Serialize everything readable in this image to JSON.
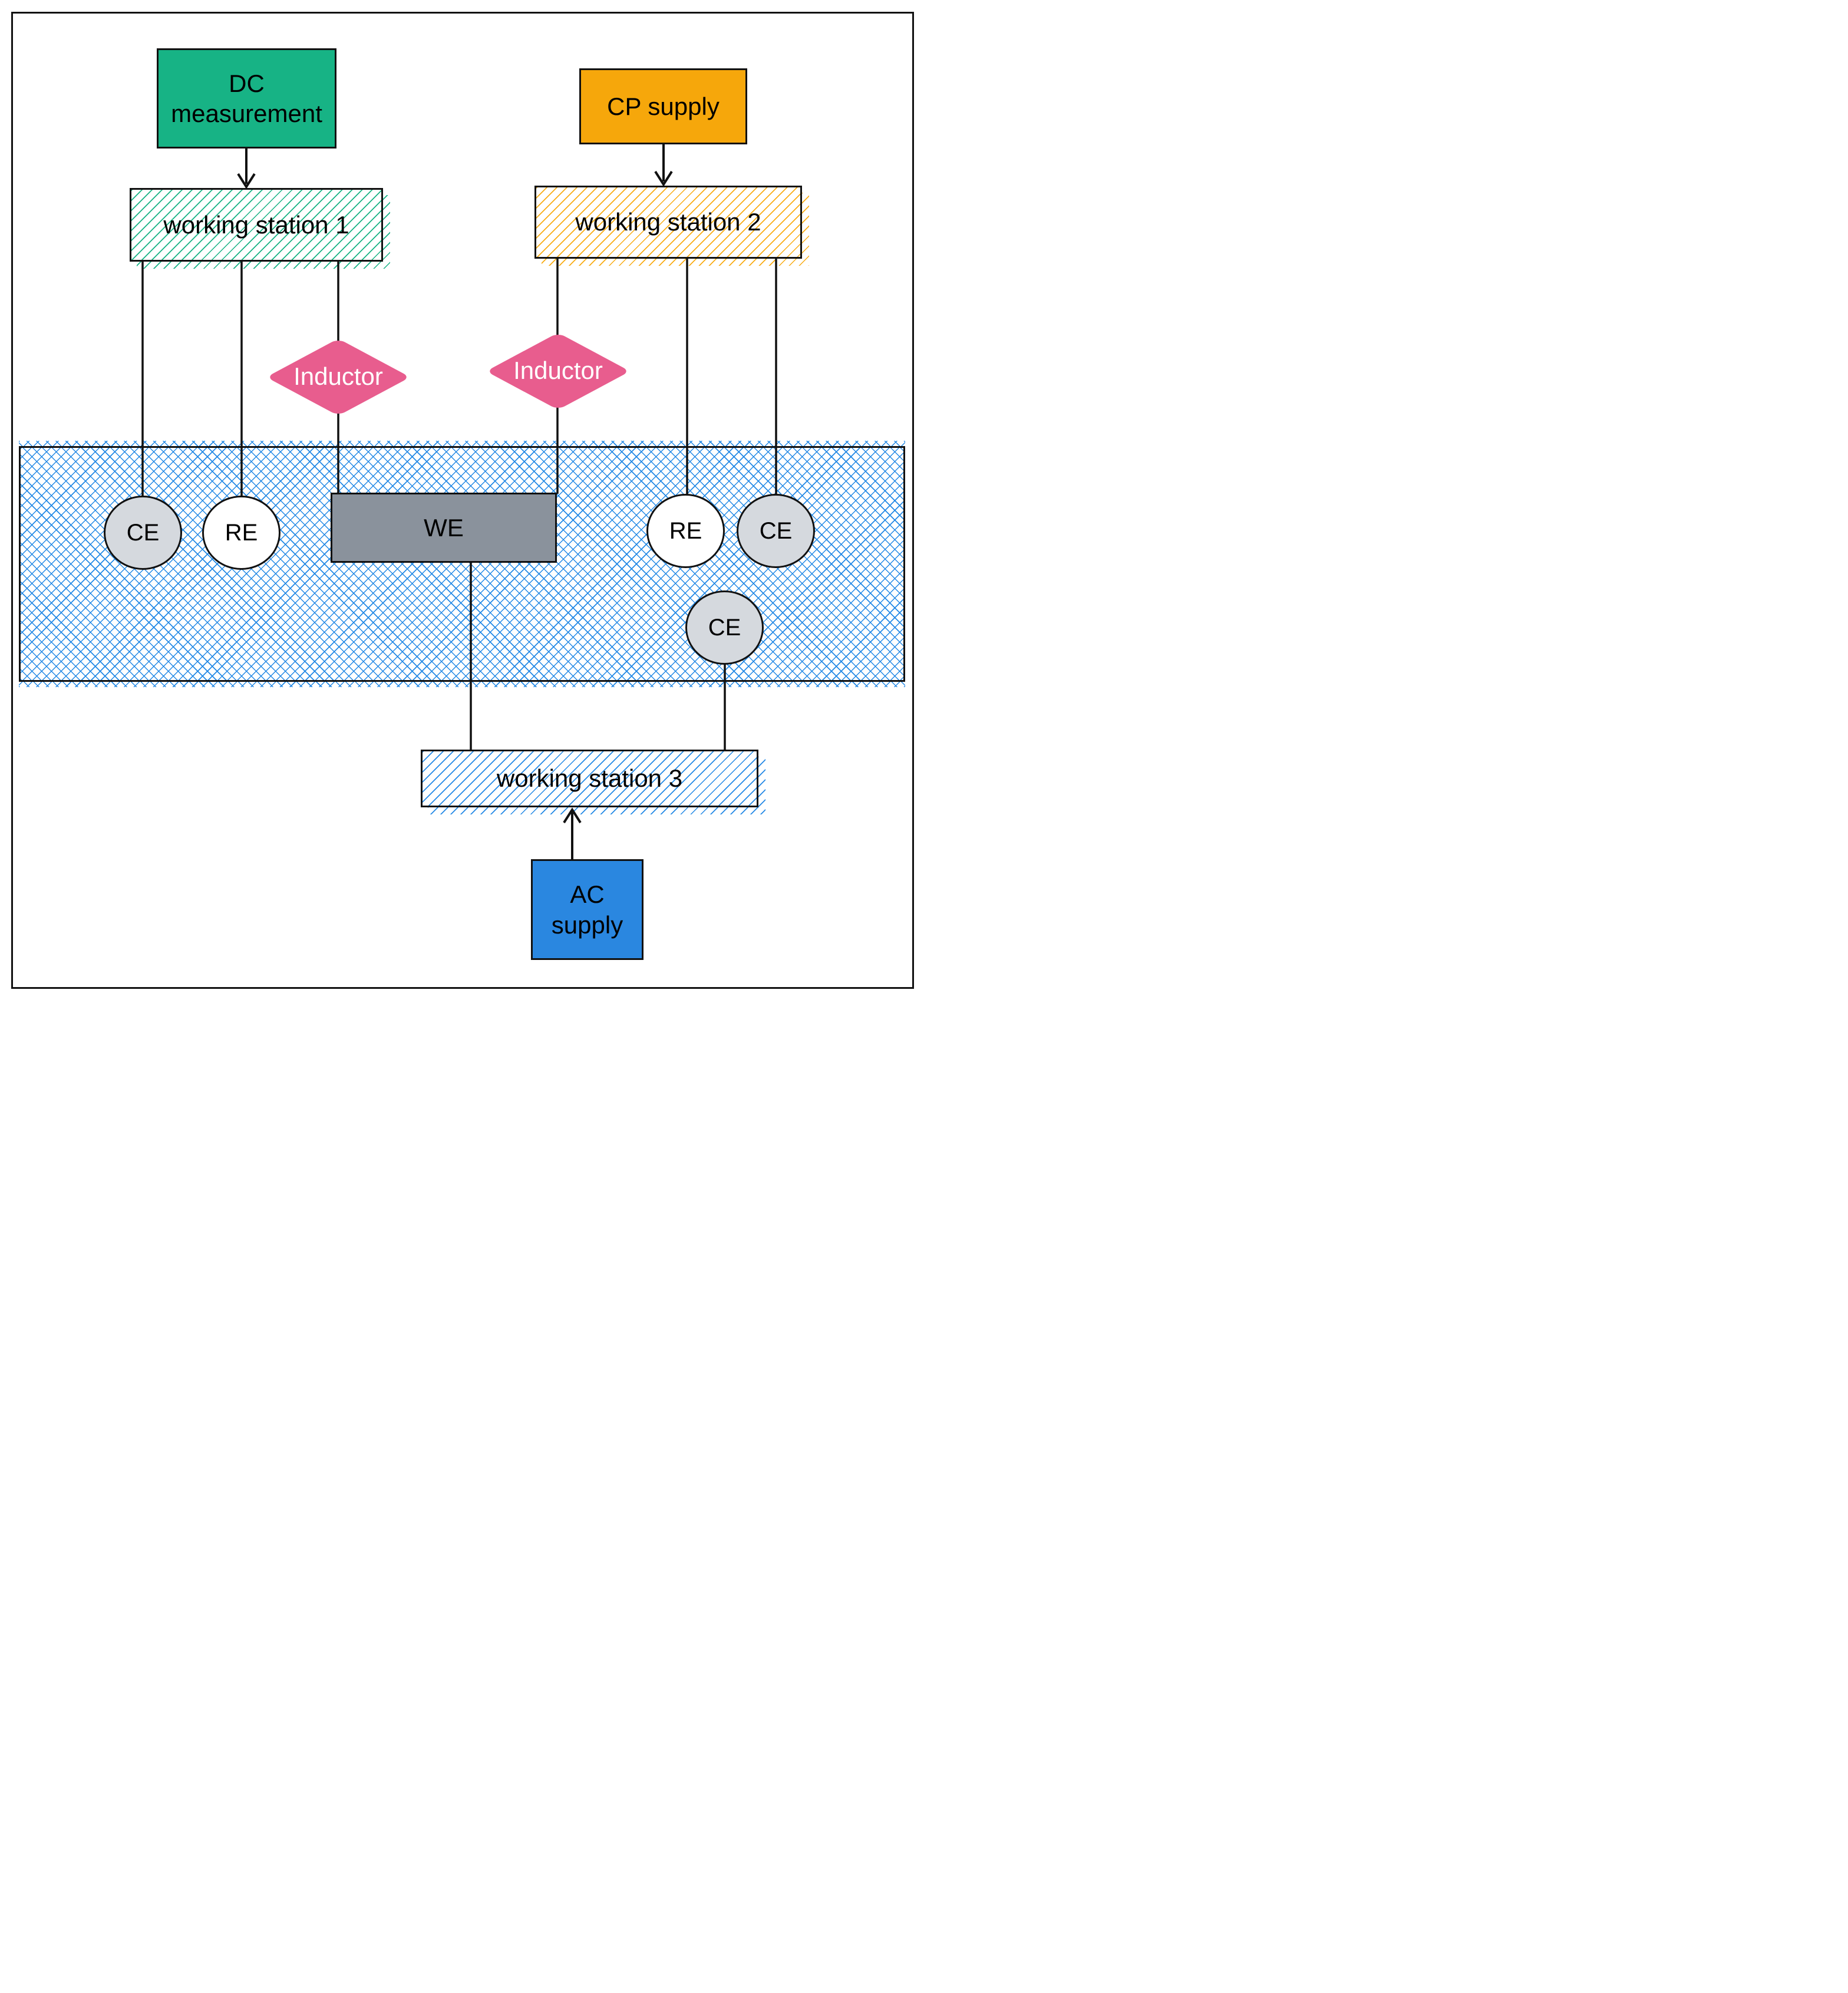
{
  "diagram": {
    "description": "Cathodic protection / electrochemical measurement field setup diagram",
    "nodes": {
      "dc_measurement": {
        "label": "DC\nmeasurement",
        "color": "#17b385"
      },
      "cp_supply": {
        "label": "CP supply",
        "color": "#f6a70b"
      },
      "ac_supply": {
        "label": "AC\nsupply",
        "color": "#2a87e0"
      },
      "working_station_1": {
        "label": "working station 1",
        "hatch_color": "#17b385"
      },
      "working_station_2": {
        "label": "working station 2",
        "hatch_color": "#f9ac14"
      },
      "working_station_3": {
        "label": "working station 3",
        "hatch_color": "#2389e5"
      },
      "inductor_1": {
        "label": "Inductor",
        "color": "#e85d8e"
      },
      "inductor_2": {
        "label": "Inductor",
        "color": "#e85d8e"
      },
      "we_electrode": {
        "label": "WE",
        "color": "#8a929c"
      },
      "ce_left": {
        "label": "CE",
        "color": "#d5d9de"
      },
      "re_left": {
        "label": "RE",
        "color": "#ffffff"
      },
      "re_right": {
        "label": "RE",
        "color": "#ffffff"
      },
      "ce_right": {
        "label": "CE",
        "color": "#d5d9de"
      },
      "ce_bottom": {
        "label": "CE",
        "color": "#d5d9de"
      }
    },
    "region": {
      "name": "electrolyte-crosshatch-region",
      "hatch_color": "#2389e5"
    },
    "connections": [
      "DC measurement -> working station 1",
      "CP supply -> working station 2",
      "AC supply -> working station 3",
      "working station 1 - CE (left)",
      "working station 1 - RE (left)",
      "working station 1 - Inductor - WE",
      "working station 2 - Inductor - WE",
      "working station 2 - RE (right)",
      "working station 2 - CE (right)",
      "WE - working station 3",
      "CE (bottom) - working station 3"
    ]
  }
}
